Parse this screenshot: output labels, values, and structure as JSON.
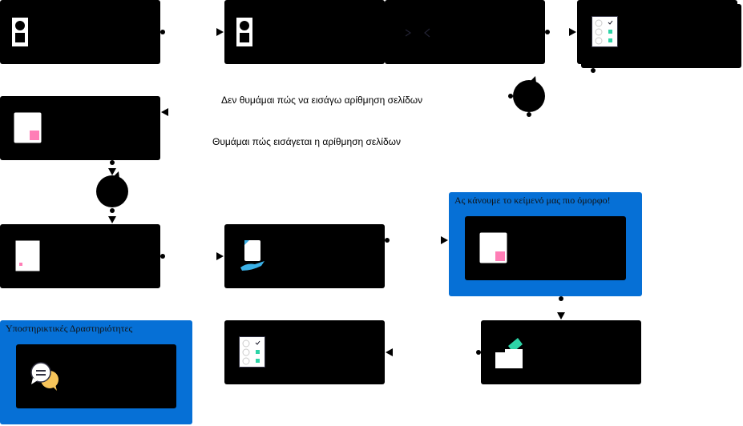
{
  "edges": {
    "no_remember": "Δεν θυμάμαι πώς να εισάγω αρίθμηση σελίδων",
    "remember": "Θυμάμαι πώς εισάγεται η αρίθμηση σελίδων"
  },
  "groups": {
    "beautify": "Ας κάνουμε το κείμενό μας πιο όμορφο!",
    "support": "Υποστηρικτικές Δραστηριότητες"
  },
  "colors": {
    "group": "#0670d6",
    "accent_pink": "#ff7eb6",
    "accent_teal": "#2dd4a7",
    "accent_blue": "#3bb0e6"
  }
}
